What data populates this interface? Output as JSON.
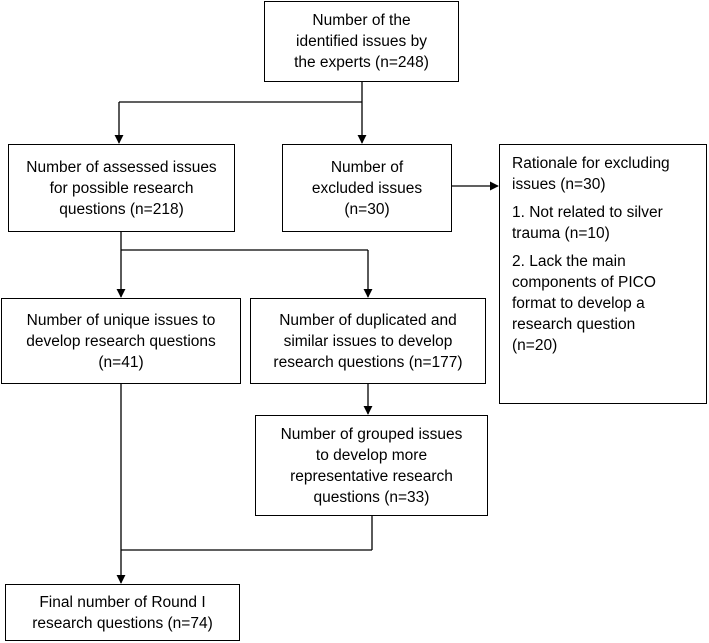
{
  "boxes": {
    "identified": [
      "Number of the",
      "identified issues by",
      "the experts (n=248)"
    ],
    "assessed": [
      "Number of assessed issues",
      "for possible research",
      "questions (n=218)"
    ],
    "excluded": [
      "Number of",
      "excluded issues",
      "(n=30)"
    ],
    "rationale": {
      "heading": [
        "Rationale for excluding",
        "issues (n=30)"
      ],
      "reason1": [
        "1. Not related to silver",
        "trauma (n=10)"
      ],
      "reason2": [
        "2. Lack the main",
        "components of PICO",
        "format to develop a",
        "research question",
        "(n=20)"
      ]
    },
    "unique": [
      "Number of unique issues to",
      "develop research questions",
      "(n=41)"
    ],
    "duplicated": [
      "Number of duplicated and",
      "similar issues to develop",
      "research questions (n=177)"
    ],
    "grouped": [
      "Number of grouped issues",
      "to develop more",
      "representative research",
      "questions (n=33)"
    ],
    "final": [
      "Final number of Round I",
      "research questions (n=74)"
    ]
  }
}
